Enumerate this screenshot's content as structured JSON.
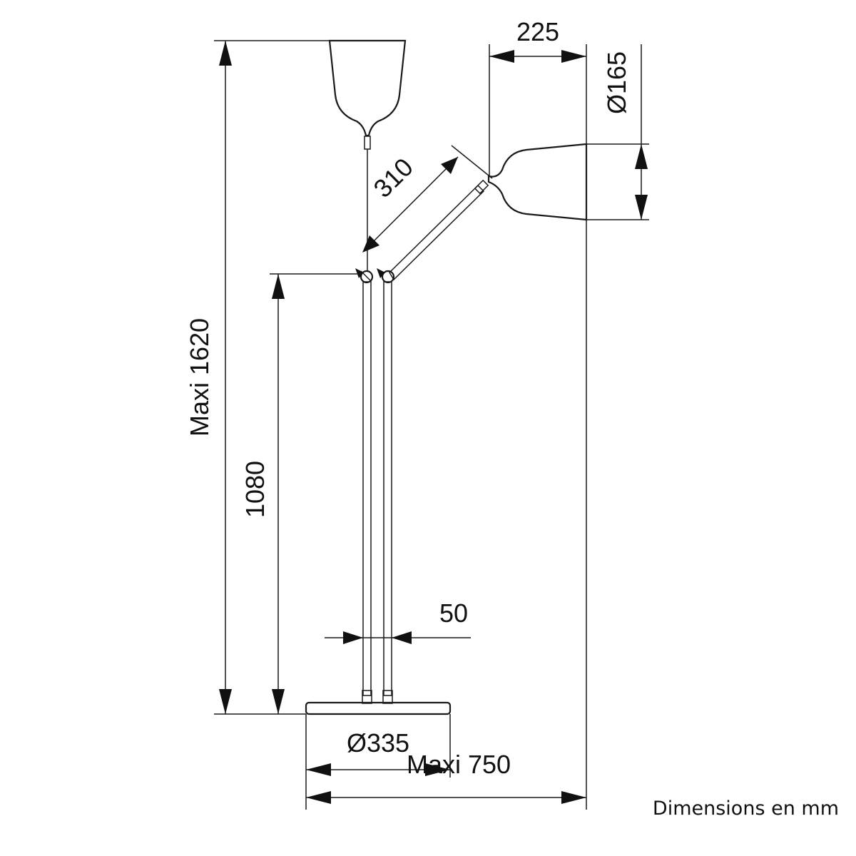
{
  "dimensions": {
    "max_height": "Maxi 1620",
    "base_height": "1080",
    "arm_length": "310",
    "shade_depth": "225",
    "shade_diameter": "Ø165",
    "stem_spacing": "50",
    "base_diameter": "Ø335",
    "max_width": "Maxi 750"
  },
  "note": "Dimensions en mm",
  "colors": {
    "line": "#1a1a1a",
    "background": "#ffffff"
  }
}
